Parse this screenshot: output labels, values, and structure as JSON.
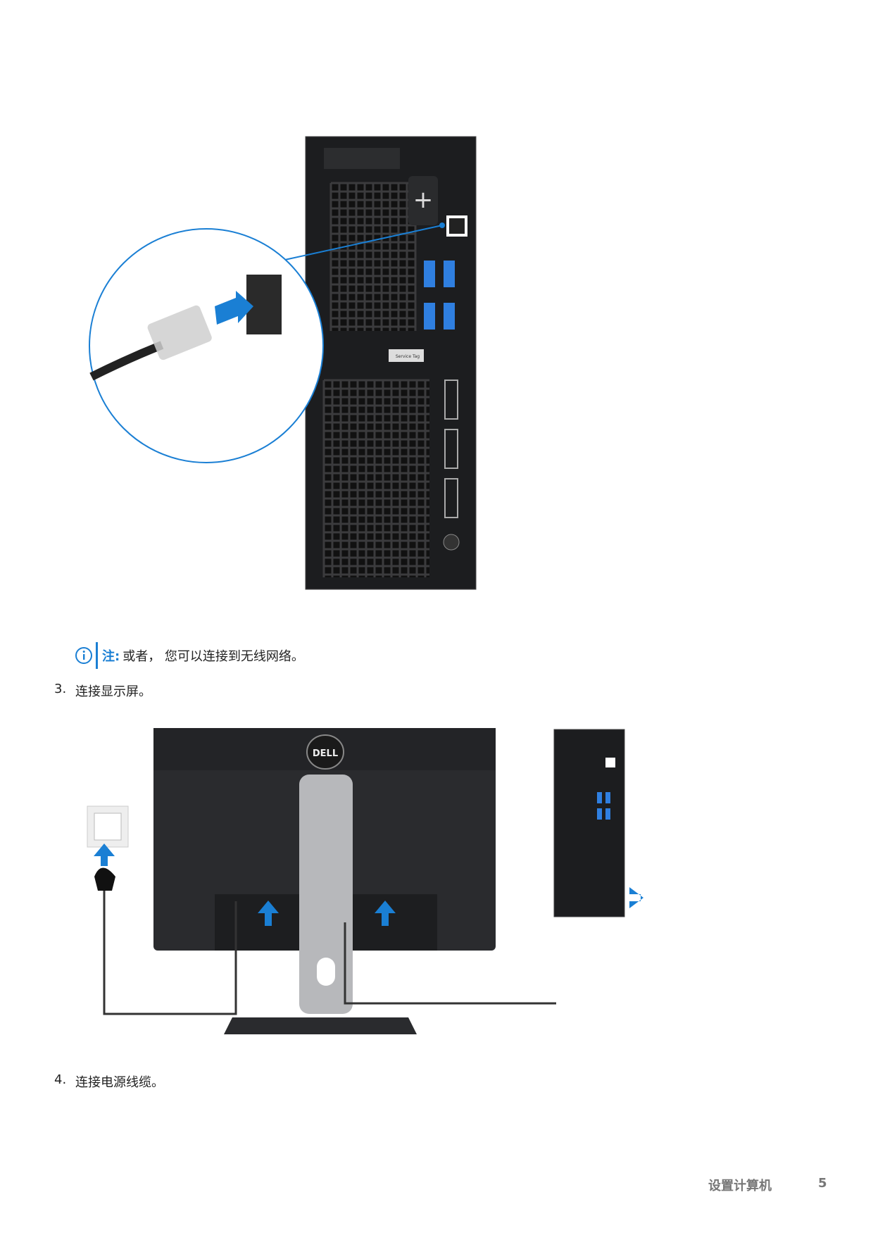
{
  "note": {
    "label": "注:",
    "text": "或者， 您可以连接到无线网络。",
    "icon": "info-icon",
    "accent": "#1a7fd4"
  },
  "steps": [
    {
      "number": "3.",
      "text": "连接显示屏。"
    },
    {
      "number": "4.",
      "text": "连接电源线缆。"
    }
  ],
  "illustrations": {
    "tower_service_tag": "Service Tag",
    "monitor_logo": "DELL"
  },
  "footer": {
    "section": "设置计算机",
    "page": "5"
  }
}
